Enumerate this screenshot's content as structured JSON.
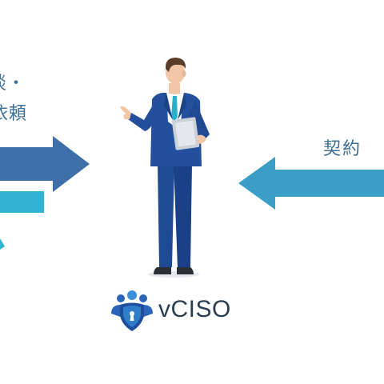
{
  "labels": {
    "left_line1": "談・",
    "left_line2": "依頼",
    "right": "契約"
  },
  "brand": {
    "name": "vCISO",
    "logo_icon": "team-shield-icon"
  },
  "figure": {
    "icon": "businessman-with-tablet-icon"
  },
  "colors": {
    "arrow_dark": "#3f6fa8",
    "arrow_cyan": "#31b3d1",
    "arrow_right": "#3a9ec6",
    "suit": "#234f9c",
    "label_text": "#3e6f94",
    "brand_text": "#2c3e52"
  }
}
